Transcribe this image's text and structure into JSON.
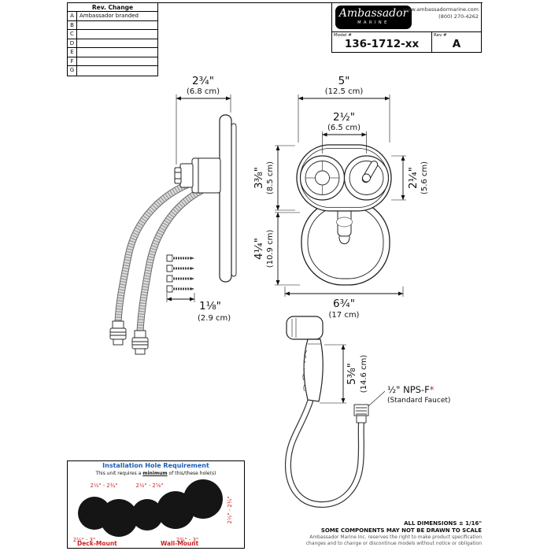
{
  "colors": {
    "accent_red": "#cc2222",
    "accent_blue": "#1a5eb8"
  },
  "rev_table": {
    "title": "Rev. Change",
    "rows": [
      {
        "letter": "A",
        "change": "Ambassador branded"
      },
      {
        "letter": "B",
        "change": ""
      },
      {
        "letter": "C",
        "change": ""
      },
      {
        "letter": "D",
        "change": ""
      },
      {
        "letter": "E",
        "change": ""
      },
      {
        "letter": "F",
        "change": ""
      },
      {
        "letter": "G",
        "change": ""
      }
    ]
  },
  "title_block": {
    "brand": "Ambassador",
    "brand_sub": "MARINE",
    "website": "www.ambassadormarine.com",
    "phone": "(800) 270-4262",
    "model_label": "Model #",
    "model_value": "136-1712-xx",
    "rev_label": "Rev #",
    "rev_value": "A"
  },
  "dims": {
    "side_depth": {
      "in": "2¾\"",
      "cm": "(6.8 cm)"
    },
    "front_width": {
      "in": "5\"",
      "cm": "(12.5 cm)"
    },
    "knob_spacing": {
      "in": "2½\"",
      "cm": "(6.5 cm)"
    },
    "housing_height": {
      "in": "3⅜\"",
      "cm": "(8.5 cm)"
    },
    "knob_diameter": {
      "in": "2¼\"",
      "cm": "(5.6 cm)"
    },
    "bracket_height": {
      "in": "4¼\"",
      "cm": "(10.9 cm)"
    },
    "overall_width": {
      "in": "6¾\"",
      "cm": "(17 cm)"
    },
    "screw_length": {
      "in": "1⅛\"",
      "cm": "(2.9 cm)"
    },
    "sprayer_length": {
      "in": "5⅜\"",
      "cm": "(14.6 cm)"
    },
    "thread": {
      "label": "½\" NPS-F",
      "star": "*",
      "sub": "(Standard Faucet)"
    }
  },
  "install_box": {
    "title": "Installation Hole Requirement",
    "note_pre": "This unit requires a ",
    "note_emph": "minimum",
    "note_post": " of this/these hole(s)",
    "deck": {
      "top": "2½\" - 2¾\"",
      "bottom": "2½\" - 3\"",
      "caption": "Deck-Mount"
    },
    "wall": {
      "top": "2½\" - 2⅝\"",
      "side": "2½\" - 2¾\"",
      "bottom": "2¾\" - 3\"",
      "caption": "Wall-Mount"
    }
  },
  "footer": {
    "line1": "ALL DIMENSIONS ± 1/16\"",
    "line2": "SOME COMPONENTS MAY NOT BE DRAWN TO SCALE",
    "line3": "Ambassador Marine Inc. reserves the right to make product specification",
    "line4": "changes and to change or discontinue models without notice or obligation"
  }
}
